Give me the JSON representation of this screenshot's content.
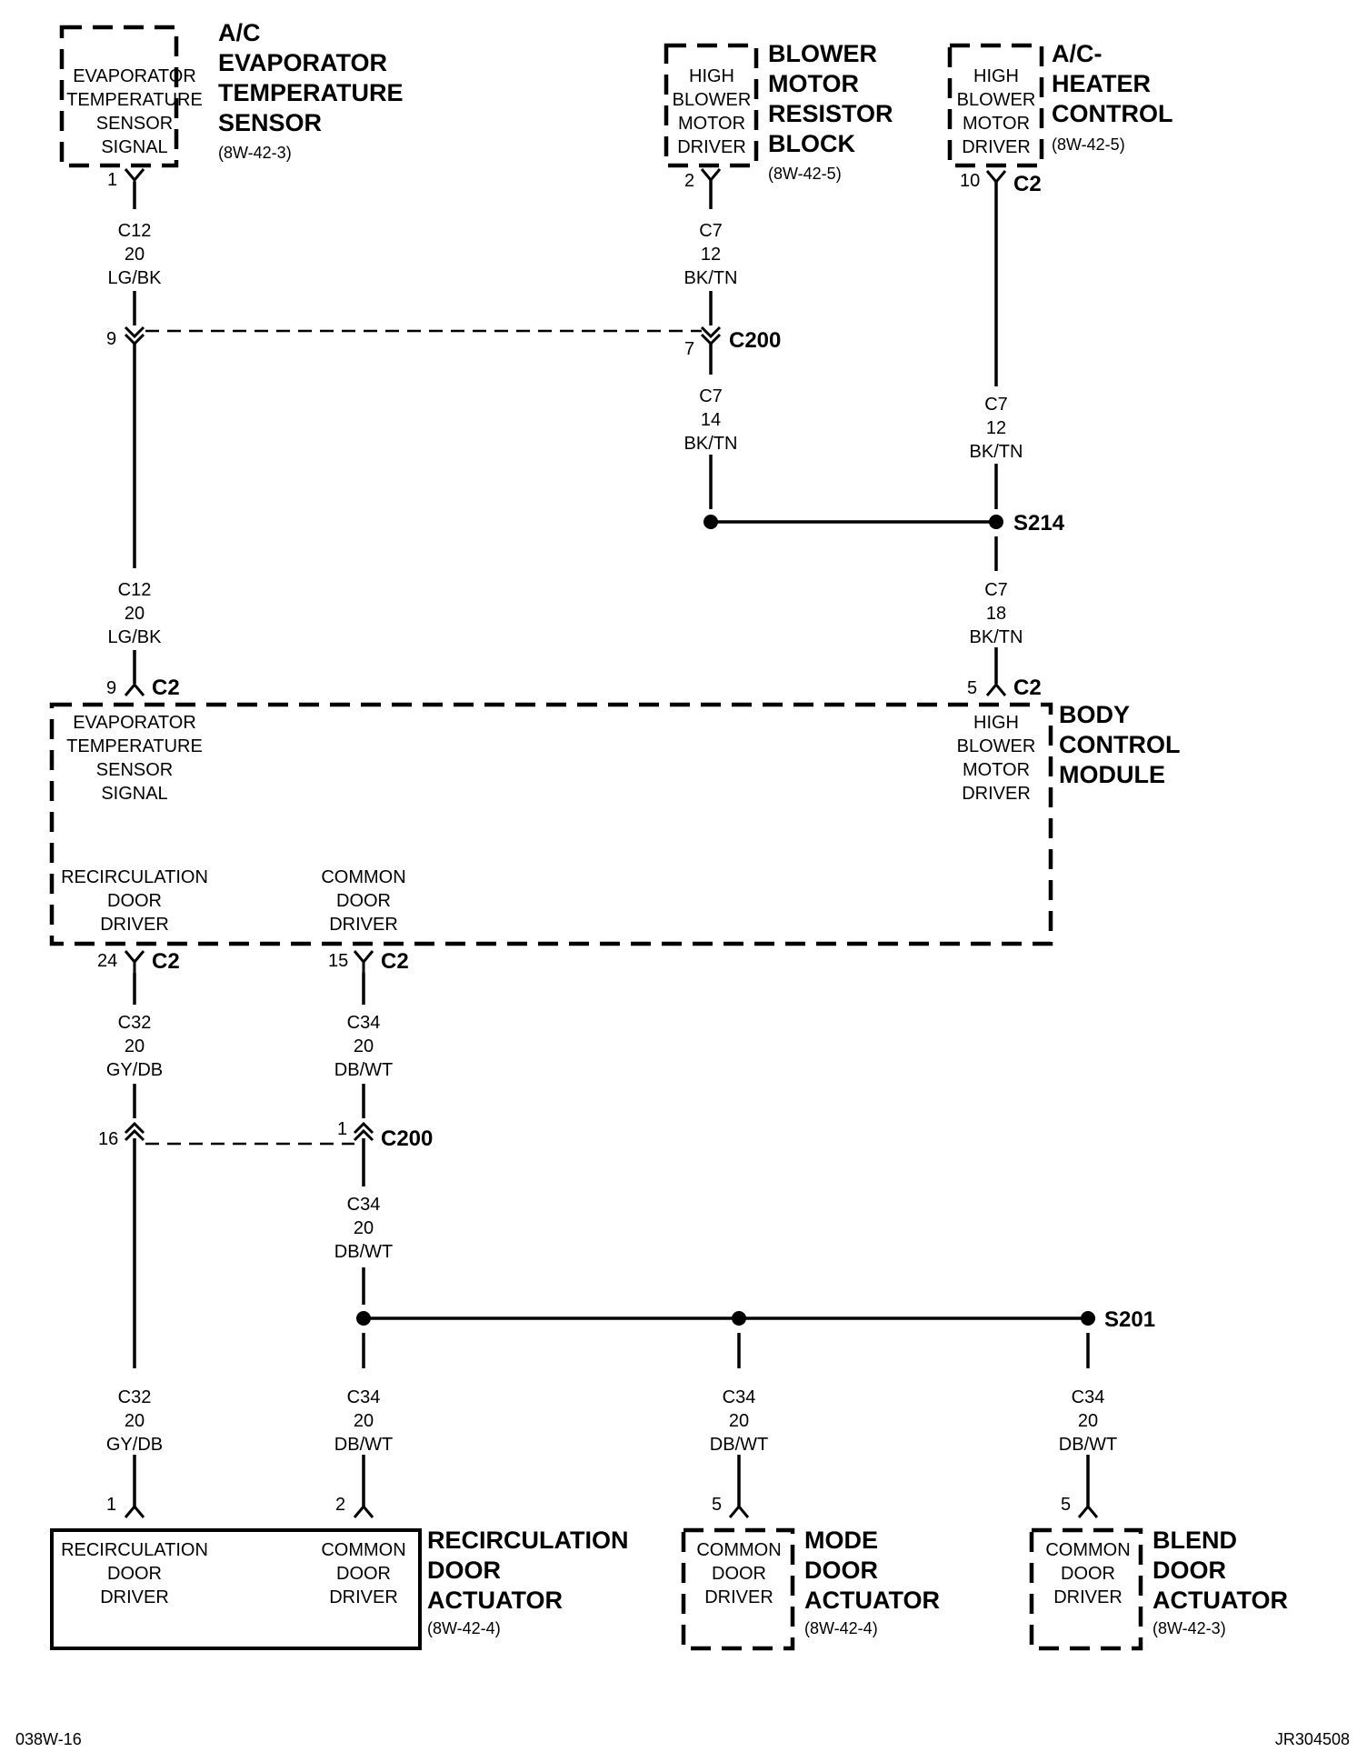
{
  "components": {
    "evap_sensor": {
      "title": [
        "A/C",
        "EVAPORATOR",
        "TEMPERATURE",
        "SENSOR"
      ],
      "ref": "(8W-42-3)",
      "box": [
        "EVAPORATOR",
        "TEMPERATURE",
        "SENSOR",
        "SIGNAL"
      ],
      "pin": "1"
    },
    "resistor_block": {
      "title": [
        "BLOWER",
        "MOTOR",
        "RESISTOR",
        "BLOCK"
      ],
      "ref": "(8W-42-5)",
      "box": [
        "HIGH",
        "BLOWER",
        "MOTOR",
        "DRIVER"
      ],
      "pin": "2"
    },
    "heater_control": {
      "title": [
        "A/C-",
        "HEATER",
        "CONTROL"
      ],
      "ref": "(8W-42-5)",
      "box": [
        "HIGH",
        "BLOWER",
        "MOTOR",
        "DRIVER"
      ],
      "pin": "10",
      "connector": "C2"
    },
    "bcm": {
      "title": [
        "BODY",
        "CONTROL",
        "MODULE"
      ],
      "evap_signal": [
        "EVAPORATOR",
        "TEMPERATURE",
        "SENSOR",
        "SIGNAL"
      ],
      "high_blower": [
        "HIGH",
        "BLOWER",
        "MOTOR",
        "DRIVER"
      ],
      "recirc_driver": [
        "RECIRCULATION",
        "DOOR",
        "DRIVER"
      ],
      "common_driver": [
        "COMMON",
        "DOOR",
        "DRIVER"
      ],
      "pin_evap": "9",
      "pin_blower": "5",
      "pin_recirc": "24",
      "pin_common": "15",
      "connector": "C2"
    },
    "recirc_actuator": {
      "title": [
        "RECIRCULATION",
        "DOOR",
        "ACTUATOR"
      ],
      "ref": "(8W-42-4)",
      "recirc_driver": [
        "RECIRCULATION",
        "DOOR",
        "DRIVER"
      ],
      "common_driver": [
        "COMMON",
        "DOOR",
        "DRIVER"
      ],
      "pin1": "1",
      "pin2": "2"
    },
    "mode_actuator": {
      "title": [
        "MODE",
        "DOOR",
        "ACTUATOR"
      ],
      "ref": "(8W-42-4)",
      "box": [
        "COMMON",
        "DOOR",
        "DRIVER"
      ],
      "pin": "5"
    },
    "blend_actuator": {
      "title": [
        "BLEND",
        "DOOR",
        "ACTUATOR"
      ],
      "ref": "(8W-42-3)",
      "box": [
        "COMMON",
        "DOOR",
        "DRIVER"
      ],
      "pin": "5"
    }
  },
  "connectors": {
    "c200_top": {
      "name": "C200",
      "pin_left": "9",
      "pin_right": "7"
    },
    "c200_bottom": {
      "name": "C200",
      "pin_left": "16",
      "pin_right": "1"
    }
  },
  "splices": {
    "s214": "S214",
    "s201": "S201"
  },
  "wires": {
    "w1": [
      "C12",
      "20",
      "LG/BK"
    ],
    "w2": [
      "C12",
      "20",
      "LG/BK"
    ],
    "w3": [
      "C7",
      "12",
      "BK/TN"
    ],
    "w4": [
      "C7",
      "14",
      "BK/TN"
    ],
    "w5": [
      "C7",
      "12",
      "BK/TN"
    ],
    "w6": [
      "C7",
      "18",
      "BK/TN"
    ],
    "w7": [
      "C32",
      "20",
      "GY/DB"
    ],
    "w8": [
      "C34",
      "20",
      "DB/WT"
    ],
    "w9": [
      "C34",
      "20",
      "DB/WT"
    ],
    "w10": [
      "C32",
      "20",
      "GY/DB"
    ],
    "w11": [
      "C34",
      "20",
      "DB/WT"
    ],
    "w12": [
      "C34",
      "20",
      "DB/WT"
    ],
    "w13": [
      "C34",
      "20",
      "DB/WT"
    ]
  },
  "footer": {
    "left": "038W-16",
    "right": "JR304508"
  }
}
